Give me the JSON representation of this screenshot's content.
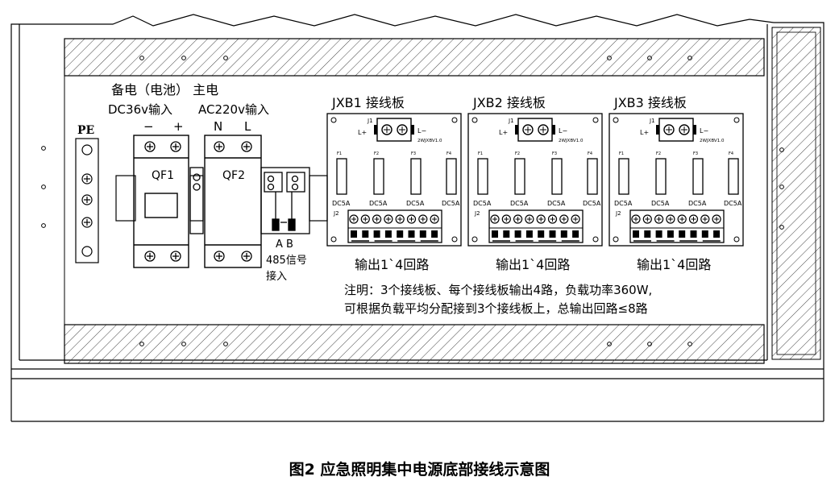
{
  "texts": {
    "backup_power": "备电（电池） 主电",
    "dc_input": "DC36v输入",
    "ac_input": "AC220v输入",
    "dc_minus": "−",
    "dc_plus": "+",
    "ac_n": "N",
    "ac_l": "L",
    "pe": "PE",
    "qf1": "QF1",
    "qf2": "QF2",
    "ab": "A B",
    "rs485_line1": "485信号",
    "rs485_line2": "接入",
    "note_line1": "注明：3个接线板、每个接线板输出4路，负载功率360W,",
    "note_line2": "可根据负载平均分配接到3个接线板上，总输出回路≤8路"
  },
  "boards": [
    {
      "title": "JXB1 接线板",
      "output": "输出1`4回路"
    },
    {
      "title": "JXB2 接线板",
      "output": "输出1`4回路"
    },
    {
      "title": "JXB3 接线板",
      "output": "输出1`4回路"
    }
  ],
  "board_labels": {
    "j1": "J1",
    "j2": "J2",
    "lplus": "L+",
    "lminus": "L−",
    "model": "2WJXBV1.0",
    "fuses": [
      "F1",
      "F2",
      "F3",
      "F4"
    ],
    "fuse_rating": "DC5A"
  },
  "caption": "图2 应急照明集中电源底部接线示意图"
}
